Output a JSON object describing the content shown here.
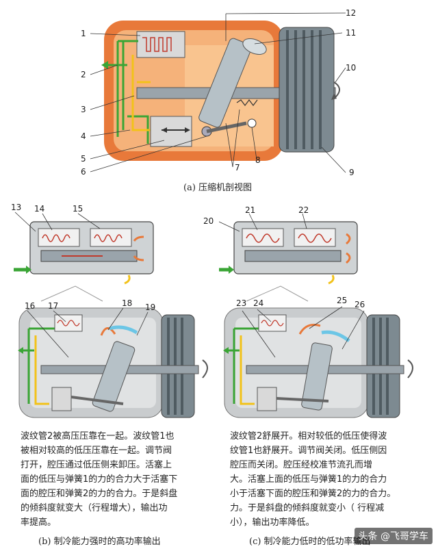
{
  "top": {
    "caption": "(a) 压缩机剖视图",
    "labels": [
      "1",
      "2",
      "3",
      "4",
      "5",
      "6",
      "7",
      "8",
      "9",
      "10",
      "11",
      "12"
    ]
  },
  "left": {
    "labels": [
      "13",
      "14",
      "15",
      "16",
      "17",
      "18",
      "19"
    ],
    "paragraph": [
      "波纹管2被高压压靠在一起。波纹管1也",
      "被相对较高的低压压靠在一起。调节阀",
      "打开，腔压通过低压侧来卸压。活塞上",
      "面的低压与弹簧1的力的合力大于活塞下",
      "面的腔压和弹簧2的力的合力。于是斜盘",
      "的倾斜度就变大（行程增大），输出功",
      "率提高。"
    ],
    "caption": "(b) 制冷能力强时的高功率输出"
  },
  "right": {
    "labels": [
      "20",
      "21",
      "22",
      "23",
      "24",
      "25",
      "26"
    ],
    "paragraph": [
      "波纹管2舒展开。相对较低的低压使得波",
      "纹管1也舒展开。调节阀关闭。低压侧因",
      "腔压而关闭。腔压经校准节流孔而增",
      "大。活塞上面的低压与弹簧1的力的合力",
      "小于活塞下面的腔压和弹簧2的力的合力。",
      "力。于是斜盘的倾斜度就变小（  行程减",
      "小），输出功率降低。"
    ],
    "caption": "(c) 制冷能力低时的低功率输出"
  },
  "watermark": "头条 @飞哥学车",
  "colors": {
    "housing": "#e8793a",
    "housing_light": "#f5b27a",
    "metal": "#9aa4ab",
    "gray_housing": "#c9ccce",
    "green": "#3aa535",
    "yellow": "#f2c21a",
    "orange_arrow": "#e8793a",
    "blue_arrow": "#6cc6e6"
  }
}
